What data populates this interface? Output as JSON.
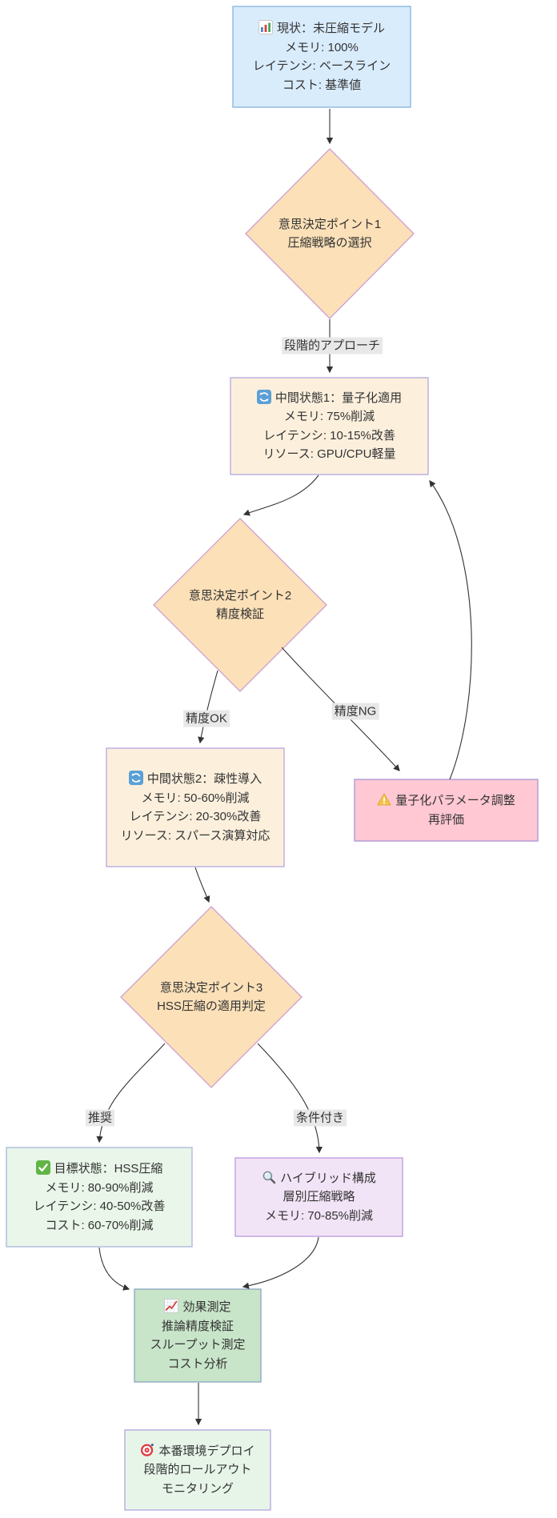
{
  "diagram": {
    "type": "flowchart",
    "direction": "top-down",
    "colors": {
      "edge": "#333333",
      "edge_label_bg": "#e8e8e8",
      "text": "#333333",
      "canvas": "#ffffff"
    },
    "nodes": [
      {
        "id": "current",
        "shape": "box",
        "icon": "bar-chart-icon",
        "title": "現状：未圧縮モデル",
        "lines": [
          "メモリ: 100%",
          "レイテンシ: ベースライン",
          "コスト: 基準値"
        ],
        "fill": "#d9ecfc",
        "stroke": "#85b3de"
      },
      {
        "id": "decision1",
        "shape": "diamond",
        "icon": null,
        "title": "意思決定ポイント1",
        "lines": [
          "圧縮戦略の選択"
        ],
        "fill": "#fbe0b8",
        "stroke": "#ce9fd0"
      },
      {
        "id": "intermediate1",
        "shape": "box",
        "icon": "refresh-icon",
        "title": "中間状態1：量子化適用",
        "lines": [
          "メモリ: 75%削減",
          "レイテンシ: 10-15%改善",
          "リソース: GPU/CPU軽量"
        ],
        "fill": "#fcf0dd",
        "stroke": "#b4a7e0"
      },
      {
        "id": "decision2",
        "shape": "diamond",
        "icon": null,
        "title": "意思決定ポイント2",
        "lines": [
          "精度検証"
        ],
        "fill": "#fbe0b8",
        "stroke": "#ce9fd0"
      },
      {
        "id": "intermediate2",
        "shape": "box",
        "icon": "refresh-icon",
        "title": "中間状態2：疎性導入",
        "lines": [
          "メモリ: 50-60%削減",
          "レイテンシ: 20-30%改善",
          "リソース: スパース演算対応"
        ],
        "fill": "#fcf0dd",
        "stroke": "#b4a7e0"
      },
      {
        "id": "adjust",
        "shape": "box",
        "icon": "warning-icon",
        "title": "量子化パラメータ調整",
        "lines": [
          "再評価"
        ],
        "fill": "#ffc8d3",
        "stroke": "#a894d6"
      },
      {
        "id": "decision3",
        "shape": "diamond",
        "icon": null,
        "title": "意思決定ポイント3",
        "lines": [
          "HSS圧縮の適用判定"
        ],
        "fill": "#fbe0b8",
        "stroke": "#ce9fd0"
      },
      {
        "id": "target",
        "shape": "box",
        "icon": "check-icon",
        "title": "目標状態：HSS圧縮",
        "lines": [
          "メモリ: 80-90%削減",
          "レイテンシ: 40-50%改善",
          "コスト: 60-70%削減"
        ],
        "fill": "#e9f6e9",
        "stroke": "#a7b6dd"
      },
      {
        "id": "hybrid",
        "shape": "box",
        "icon": "magnifier-icon",
        "title": "ハイブリッド構成",
        "lines": [
          "層別圧縮戦略",
          "メモリ: 70-85%削減"
        ],
        "fill": "#f2e4f7",
        "stroke": "#b89bd9"
      },
      {
        "id": "measure",
        "shape": "box",
        "icon": "chart-up-icon",
        "title": "効果測定",
        "lines": [
          "推論精度検証",
          "スループット測定",
          "コスト分析"
        ],
        "fill": "#c8e5c9",
        "stroke": "#8ba4bf"
      },
      {
        "id": "deploy",
        "shape": "box",
        "icon": "target-icon",
        "title": "本番環境デプロイ",
        "lines": [
          "段階的ロールアウト",
          "モニタリング"
        ],
        "fill": "#e7f5e9",
        "stroke": "#b3a5dd"
      }
    ],
    "edges": [
      {
        "from": "current",
        "to": "decision1",
        "label": ""
      },
      {
        "from": "decision1",
        "to": "intermediate1",
        "label": "段階的アプローチ"
      },
      {
        "from": "intermediate1",
        "to": "decision2",
        "label": ""
      },
      {
        "from": "decision2",
        "to": "intermediate2",
        "label": "精度OK"
      },
      {
        "from": "decision2",
        "to": "adjust",
        "label": "精度NG"
      },
      {
        "from": "adjust",
        "to": "intermediate1",
        "label": ""
      },
      {
        "from": "intermediate2",
        "to": "decision3",
        "label": ""
      },
      {
        "from": "decision3",
        "to": "target",
        "label": "推奨"
      },
      {
        "from": "decision3",
        "to": "hybrid",
        "label": "条件付き"
      },
      {
        "from": "target",
        "to": "measure",
        "label": ""
      },
      {
        "from": "hybrid",
        "to": "measure",
        "label": ""
      },
      {
        "from": "measure",
        "to": "deploy",
        "label": ""
      }
    ]
  }
}
